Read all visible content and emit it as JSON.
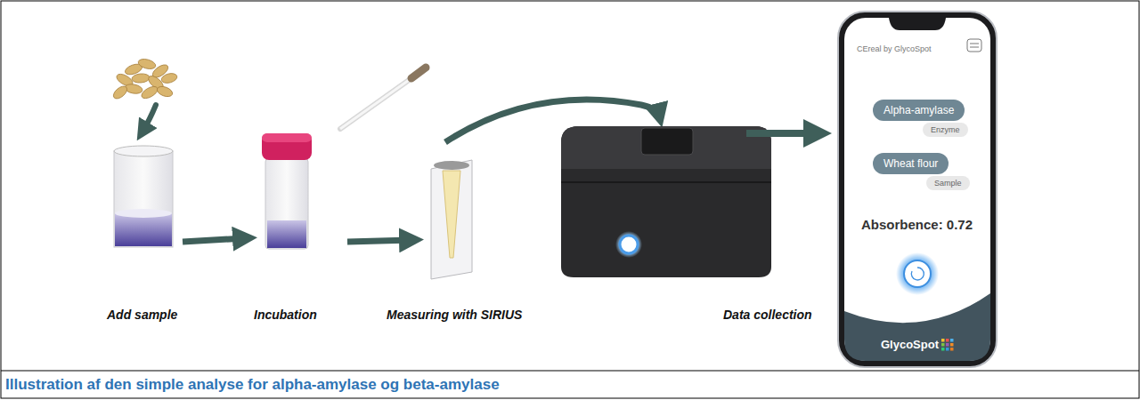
{
  "diagram": {
    "caption": "Illustration af den simple analyse for alpha-amylase og beta-amylase",
    "nodes": [
      {
        "text": [
          "CEreal by GlycoSpot",
          "Absorbence: 0.72",
          "GlycoSpot"
        ]
      },
      {
        "text": [
          "Alpha-amylase"
        ],
        "in": 0
      },
      {
        "text": [
          "Enzyme"
        ],
        "in": 0
      },
      {
        "text": [
          "Wheat flour"
        ],
        "in": 0
      },
      {
        "text": [
          "Sample"
        ],
        "in": 0
      }
    ],
    "labels": [
      "Add sample",
      "Incubation",
      "Measuring with SIRIUS",
      "Data collection"
    ]
  }
}
